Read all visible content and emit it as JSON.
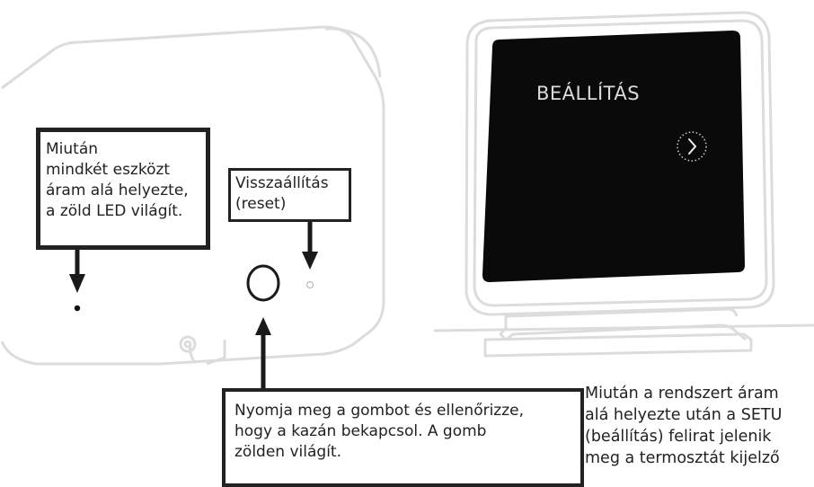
{
  "callouts": {
    "led": {
      "lines": [
        "Miután",
        "mindkét eszközt",
        "áram alá helyezte,",
        "a zöld LED világít."
      ]
    },
    "reset": {
      "lines": [
        "Visszaállítás",
        "(reset)"
      ]
    },
    "press": {
      "lines": [
        "Nyomja meg a gombot és ellenőrizze,",
        "hogy a kazán bekapcsol. A gomb",
        "zölden világít."
      ]
    }
  },
  "thermostat": {
    "screen_title": "BEÁLLÍTÁS",
    "next_icon": "chevron-right-icon",
    "description_lines": [
      "Miután a rendszert áram",
      "alá helyezte után a SETU",
      "(beállítás) felirat jelenik",
      "meg a termosztát kijelző"
    ]
  },
  "colors": {
    "outline": "#dcdcdc",
    "screen": "#0a0a0a",
    "callout_border": "#222222"
  }
}
